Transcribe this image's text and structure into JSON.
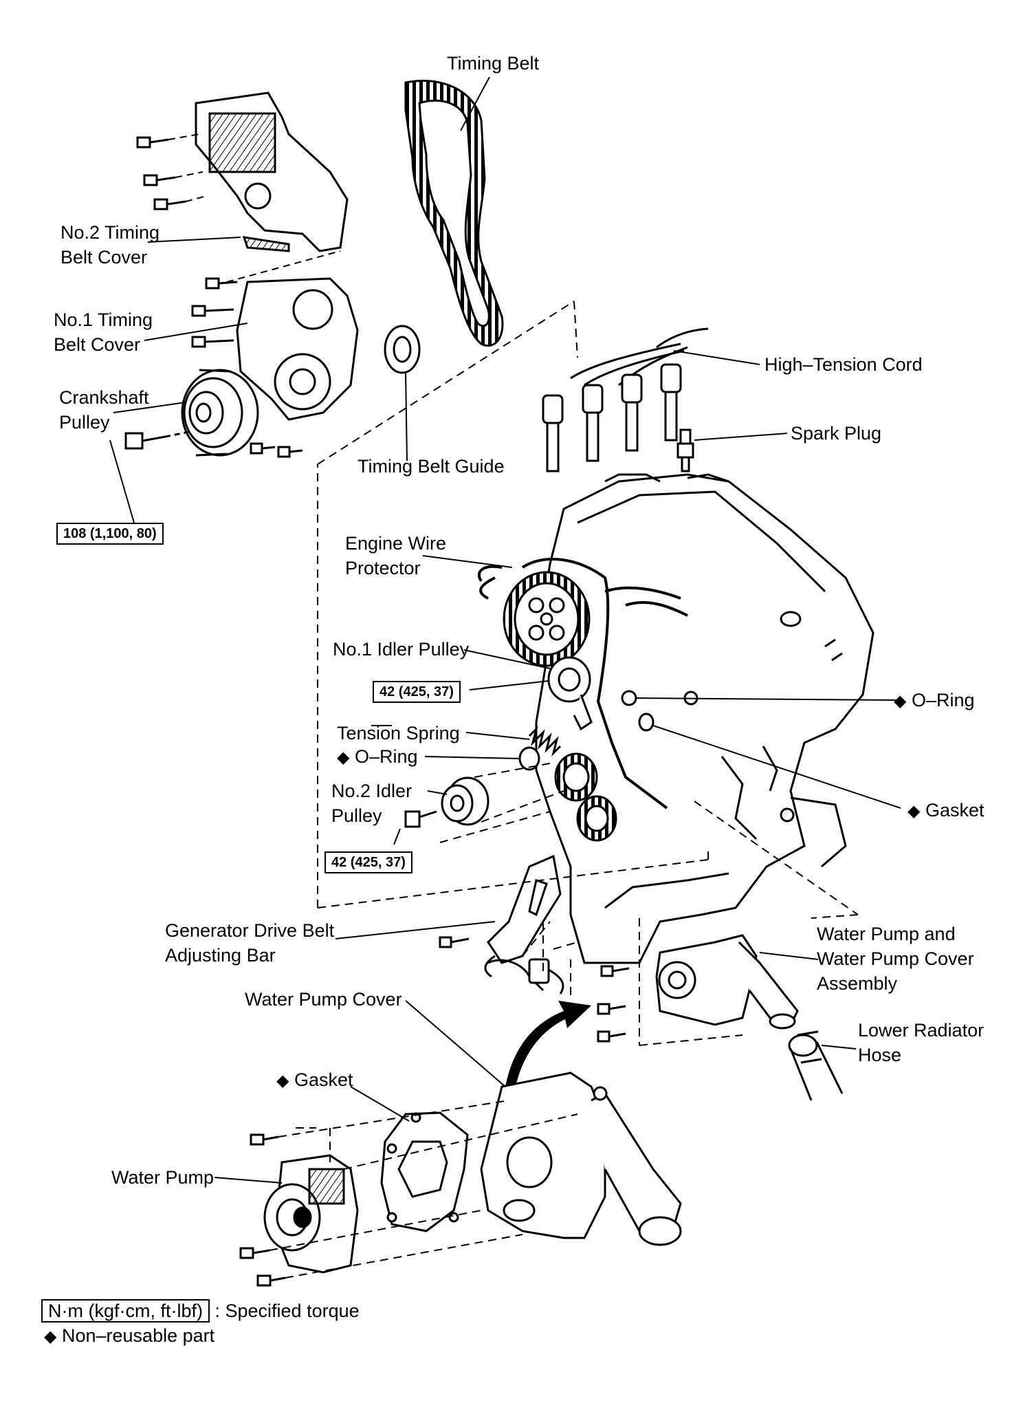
{
  "labels": {
    "timing_belt": "Timing Belt",
    "no2_cover_line1": "No.2 Timing",
    "no2_cover_line2": "Belt Cover",
    "no1_cover_line1": "No.1 Timing",
    "no1_cover_line2": "Belt Cover",
    "crank_line1": "Crankshaft",
    "crank_line2": "Pulley",
    "high_tension": "High–Tension Cord",
    "spark_plug": "Spark Plug",
    "belt_guide": "Timing Belt Guide",
    "wire_line1": "Engine Wire",
    "wire_line2": "Protector",
    "no1_idler": "No.1 Idler Pulley",
    "tension_spring": "Tension Spring",
    "oring_left": "O–Ring",
    "oring_right": "O–Ring",
    "gasket_right": "Gasket",
    "no2_idler_line1": "No.2 Idler",
    "no2_idler_line2": "Pulley",
    "gen_line1": "Generator Drive Belt",
    "gen_line2": "Adjusting Bar",
    "wp_assy_line1": "Water Pump and",
    "wp_assy_line2": "Water Pump Cover",
    "wp_assy_line3": "Assembly",
    "lower_hose_line1": "Lower Radiator",
    "lower_hose_line2": "Hose",
    "wp_cover": "Water Pump Cover",
    "gasket_bottom": "Gasket",
    "water_pump": "Water Pump"
  },
  "torque_specs": {
    "crank_bolt": "108 (1,100, 80)",
    "no1_idler_bolt": "42 (425, 37)",
    "no2_idler_bolt": "42 (425, 37)"
  },
  "legend": {
    "torque_unit": "N·m (kgf·cm, ft·lbf)",
    "torque_desc": ": Specified torque",
    "nonreusable_desc": "Non–reusable part"
  },
  "symbols": {
    "diamond": "◆"
  },
  "colors": {
    "ink": "#000000",
    "paper": "#ffffff"
  }
}
